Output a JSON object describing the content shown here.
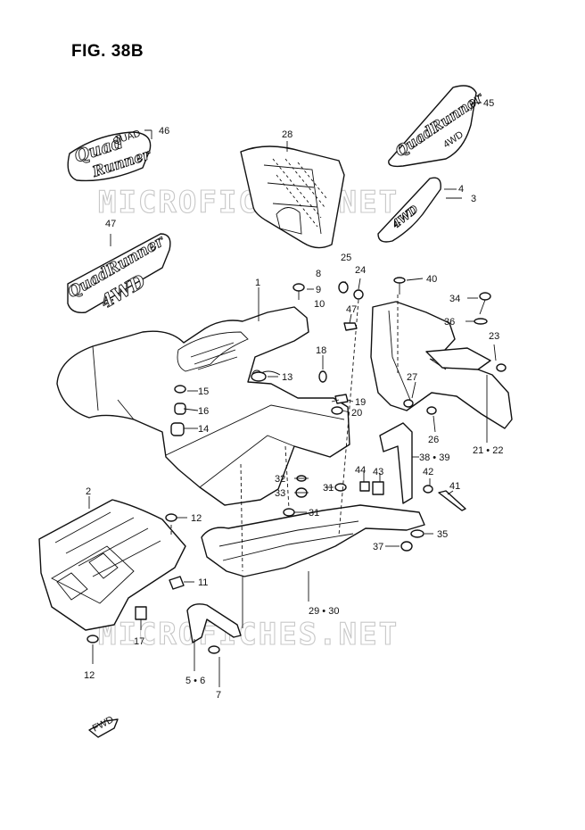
{
  "figure_title": "FIG. 38B",
  "watermarks": [
    "MICROFICHES.NET",
    "MICROFICHES.NET"
  ],
  "logos": {
    "quad_runner_line1": "Quad",
    "quad_runner_line2": "Runner",
    "quad_runner_small": "QUAD",
    "quad_runner_4wd_line": "QuadRunner",
    "four_wd": "4WD",
    "four_wd_small": "4WD"
  },
  "direction_label": "FWD",
  "callouts": [
    {
      "id": "c1",
      "label": "1"
    },
    {
      "id": "c2",
      "label": "2"
    },
    {
      "id": "c3",
      "label": "3"
    },
    {
      "id": "c4",
      "label": "4"
    },
    {
      "id": "c5",
      "label": "5 • 6"
    },
    {
      "id": "c7",
      "label": "7"
    },
    {
      "id": "c8",
      "label": "8"
    },
    {
      "id": "c9",
      "label": "9"
    },
    {
      "id": "c10",
      "label": "10"
    },
    {
      "id": "c11",
      "label": "11"
    },
    {
      "id": "c12a",
      "label": "12"
    },
    {
      "id": "c12b",
      "label": "12"
    },
    {
      "id": "c13",
      "label": "13"
    },
    {
      "id": "c14",
      "label": "14"
    },
    {
      "id": "c15",
      "label": "15"
    },
    {
      "id": "c16",
      "label": "16"
    },
    {
      "id": "c17",
      "label": "17"
    },
    {
      "id": "c18",
      "label": "18"
    },
    {
      "id": "c19",
      "label": "19"
    },
    {
      "id": "c20",
      "label": "20"
    },
    {
      "id": "c21",
      "label": "21 • 22"
    },
    {
      "id": "c23",
      "label": "23"
    },
    {
      "id": "c24",
      "label": "24"
    },
    {
      "id": "c25",
      "label": "25"
    },
    {
      "id": "c26",
      "label": "26"
    },
    {
      "id": "c27",
      "label": "27"
    },
    {
      "id": "c28",
      "label": "28"
    },
    {
      "id": "c29",
      "label": "29 • 30"
    },
    {
      "id": "c31a",
      "label": "31"
    },
    {
      "id": "c31b",
      "label": "31"
    },
    {
      "id": "c32",
      "label": "32"
    },
    {
      "id": "c33",
      "label": "33"
    },
    {
      "id": "c34",
      "label": "34"
    },
    {
      "id": "c35",
      "label": "35"
    },
    {
      "id": "c36",
      "label": "36"
    },
    {
      "id": "c37",
      "label": "37"
    },
    {
      "id": "c38",
      "label": "38 • 39"
    },
    {
      "id": "c40",
      "label": "40"
    },
    {
      "id": "c41",
      "label": "41"
    },
    {
      "id": "c42",
      "label": "42"
    },
    {
      "id": "c43",
      "label": "43"
    },
    {
      "id": "c44",
      "label": "44"
    },
    {
      "id": "c45",
      "label": "45"
    },
    {
      "id": "c46",
      "label": "46"
    },
    {
      "id": "c47a",
      "label": "47"
    },
    {
      "id": "c47b",
      "label": "47"
    }
  ]
}
